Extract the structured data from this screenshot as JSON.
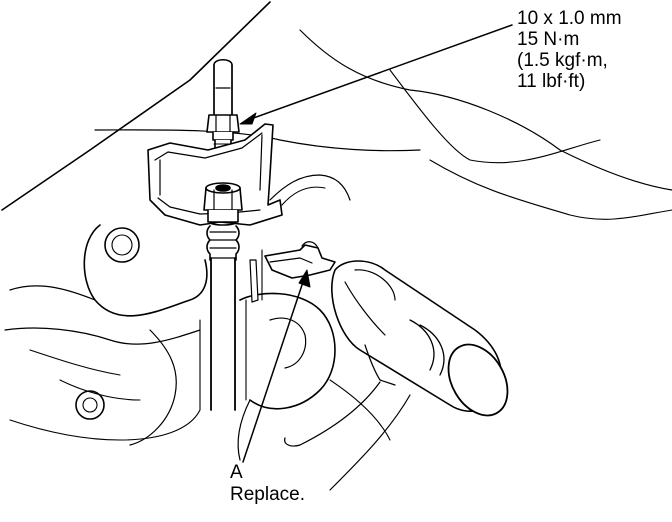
{
  "callouts": {
    "torque_spec": {
      "size": "10 x 1.0 mm",
      "torque_nm": "15 N·m",
      "torque_kgf": "(1.5 kgf·m,",
      "torque_lbf": "11 lbf·ft)"
    },
    "part_a": {
      "letter": "A",
      "note": "Replace."
    }
  }
}
